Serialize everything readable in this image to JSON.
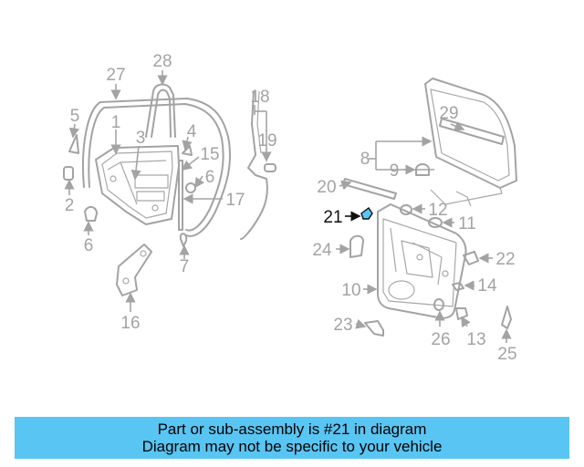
{
  "callouts": {
    "c1": "1",
    "c2": "2",
    "c3": "3",
    "c4": "4",
    "c5": "5",
    "c6a": "6",
    "c6b": "6",
    "c7": "7",
    "c8": "8",
    "c9": "9",
    "c10": "10",
    "c11": "11",
    "c12": "12",
    "c13": "13",
    "c14": "14",
    "c15": "15",
    "c16": "16",
    "c17": "17",
    "c18": "18",
    "c19": "19",
    "c20": "20",
    "c21": "21",
    "c22": "22",
    "c23": "23",
    "c24": "24",
    "c25": "25",
    "c26": "26",
    "c27": "27",
    "c28": "28",
    "c29": "29"
  },
  "highlight": {
    "part_number": "21",
    "color": "#59c5f3"
  },
  "banner": {
    "line1": "Part or sub-assembly is #21 in diagram",
    "line2": "Diagram may not be specific to your vehicle",
    "background": "#59c5f3"
  }
}
